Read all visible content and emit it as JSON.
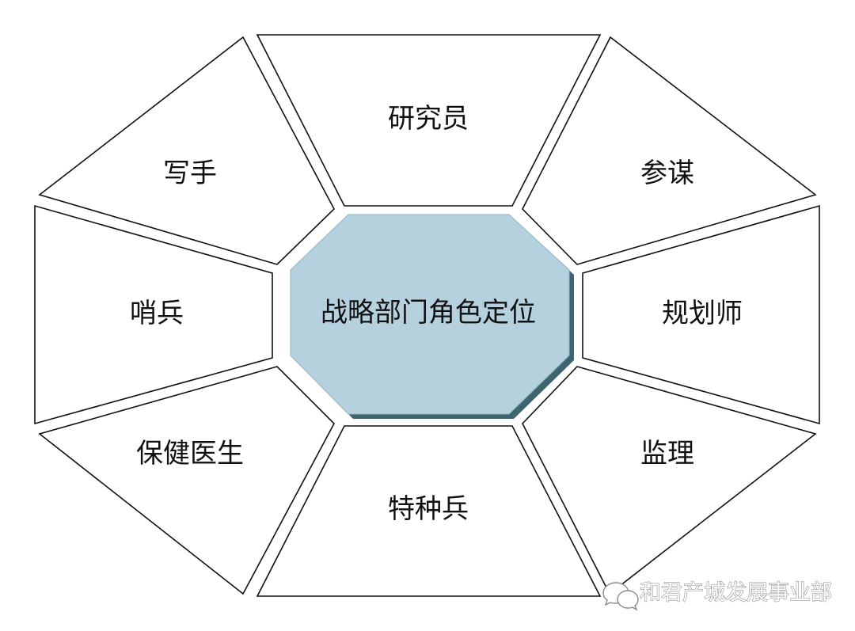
{
  "center": {
    "label": "战略部门角色定位",
    "fill_color": "#b5d1de",
    "shadow_color": "#3f6470"
  },
  "roles": [
    {
      "id": "researcher",
      "label": "研究员"
    },
    {
      "id": "advisor",
      "label": "参谋"
    },
    {
      "id": "planner",
      "label": "规划师"
    },
    {
      "id": "supervisor",
      "label": "监理"
    },
    {
      "id": "special-forces",
      "label": "特种兵"
    },
    {
      "id": "health-doctor",
      "label": "保健医生"
    },
    {
      "id": "sentinel",
      "label": "哨兵"
    },
    {
      "id": "writer",
      "label": "写手"
    }
  ],
  "watermark": {
    "icon": "wechat-icon",
    "text": "和君产城发展事业部"
  }
}
